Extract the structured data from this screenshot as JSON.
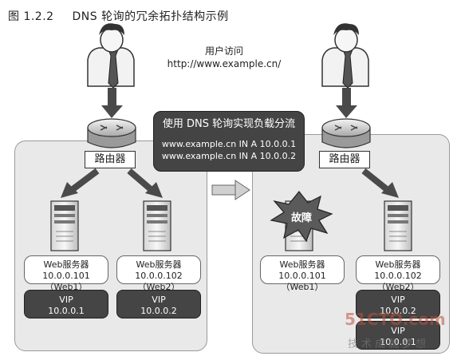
{
  "figure": {
    "number": "图 1.2.2",
    "title": "DNS 轮询的冗余拓扑结构示例"
  },
  "user_access": {
    "label": "用户访问",
    "url": "http://www.example.cn/"
  },
  "router_label": "路由器",
  "callout": {
    "heading": "使用 DNS 轮询实现负载分流",
    "records": [
      "www.example.cn IN A 10.0.0.1",
      "www.example.cn IN A 10.0.0.2"
    ]
  },
  "left_panel": {
    "servers": [
      {
        "name": "Web服务器",
        "addr": "10.0.0.101（Web1）",
        "vip_label": "VIP",
        "vip": "10.0.0.1"
      },
      {
        "name": "Web服务器",
        "addr": "10.0.0.102（Web2）",
        "vip_label": "VIP",
        "vip": "10.0.0.2"
      }
    ]
  },
  "right_panel": {
    "fault_label": "故障",
    "servers": [
      {
        "name": "Web服务器",
        "addr": "10.0.0.101（Web1）"
      },
      {
        "name": "Web服务器",
        "addr": "10.0.0.102（Web2）",
        "vip_label": "VIP",
        "vips": [
          "10.0.0.2",
          "10.0.0.1"
        ]
      }
    ]
  },
  "watermark": {
    "logo": "51CTO.com",
    "tagline": "技术成就梦想"
  },
  "colors": {
    "panel_bg": "#e9e9e9",
    "dark_box": "#454545",
    "arrow": "#4a4a4a"
  }
}
